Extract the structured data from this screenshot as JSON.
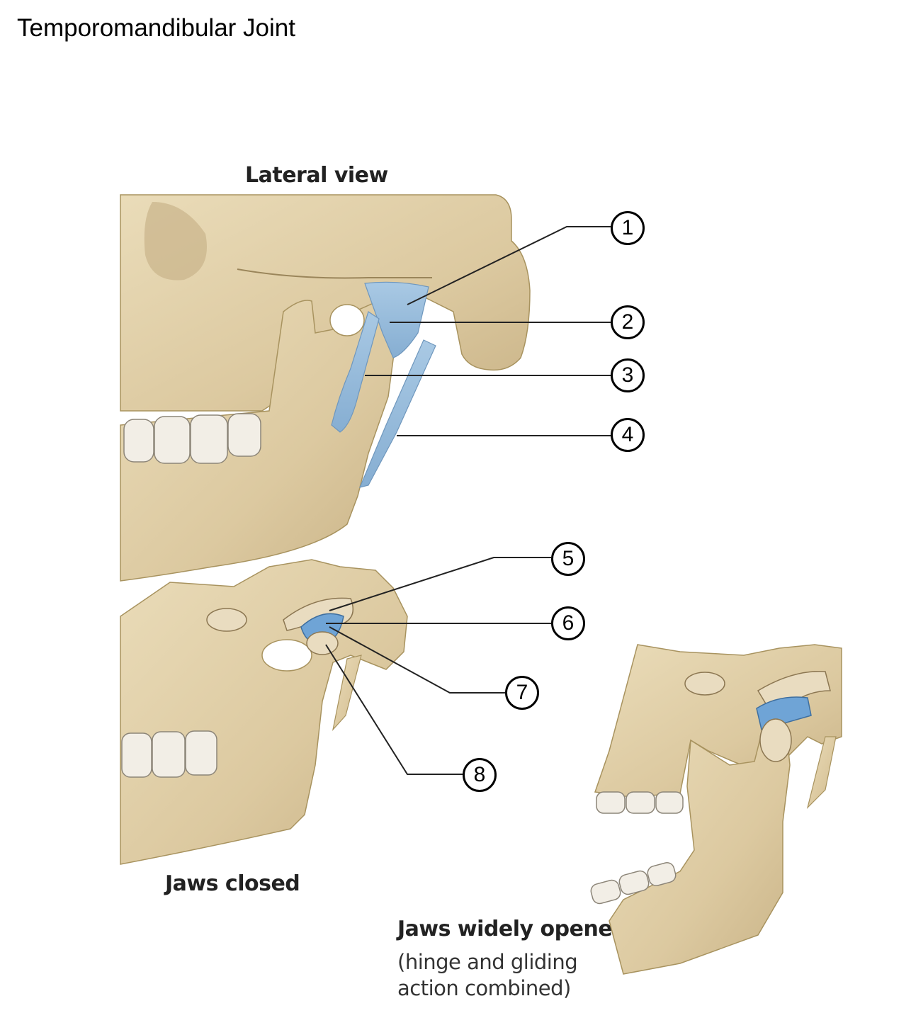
{
  "title": "Temporomandibular Joint",
  "views": {
    "lateral": "Lateral view",
    "closed": "Jaws closed",
    "opened": "Jaws widely opened",
    "opened_note_1": "(hinge and gliding",
    "opened_note_2": "action combined)"
  },
  "callouts": [
    "1",
    "2",
    "3",
    "4",
    "5",
    "6",
    "7",
    "8"
  ],
  "colors": {
    "bone": "#e3d3ae",
    "bone_shadow": "#b9a47a",
    "ligament": "#9dbfdc",
    "disc": "#6fa4d6",
    "teeth": "#f2eee6"
  }
}
